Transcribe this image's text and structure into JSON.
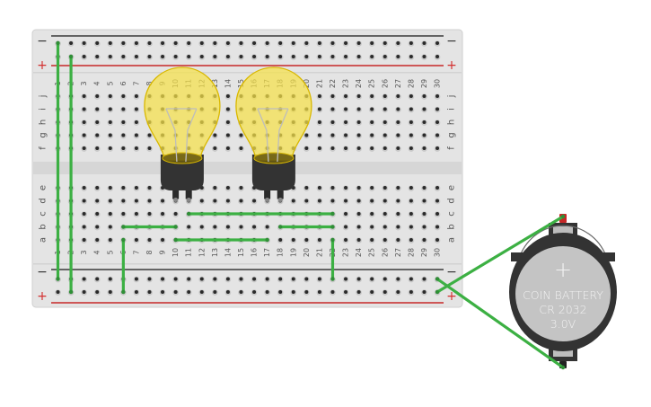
{
  "breadboard": {
    "columns": 30,
    "top_rows": [
      "j",
      "i",
      "h",
      "g",
      "f"
    ],
    "bottom_rows": [
      "e",
      "d",
      "c",
      "b",
      "a"
    ],
    "rail_minus_label": "−",
    "rail_plus_label": "+",
    "colors": {
      "board": "#e4e4e4",
      "board_edge": "#cfcfcf",
      "channel": "#d6d6d6",
      "hole": "#2a2a2a",
      "hole_ring": "#c8c8c8",
      "minus_line": "#3a3a3a",
      "plus_line": "#c62828",
      "plus_label": "#d32f2f",
      "label": "#555555"
    }
  },
  "wires": {
    "color": "#3cb043",
    "items": [
      {
        "id": "wire-col1-rails",
        "from": {
          "col": 1,
          "row": "top-minus"
        },
        "to": {
          "col": 1,
          "row": "bottom-minus"
        }
      },
      {
        "id": "wire-col2-rails",
        "from": {
          "col": 2,
          "row": "top-plus"
        },
        "to": {
          "col": 2,
          "row": "bottom-plus"
        }
      },
      {
        "id": "wire-row-c-11-22",
        "from": {
          "col": 11,
          "row": "c"
        },
        "to": {
          "col": 22,
          "row": "c"
        }
      },
      {
        "id": "wire-row-b-6-10",
        "from": {
          "col": 6,
          "row": "b"
        },
        "to": {
          "col": 10,
          "row": "b"
        }
      },
      {
        "id": "wire-row-a-10-17",
        "from": {
          "col": 10,
          "row": "a"
        },
        "to": {
          "col": 17,
          "row": "a"
        }
      },
      {
        "id": "wire-row-b-18-22",
        "from": {
          "col": 18,
          "row": "b"
        },
        "to": {
          "col": 22,
          "row": "b"
        }
      },
      {
        "id": "wire-col6-to-plus",
        "from": {
          "col": 6,
          "row": "a"
        },
        "to": {
          "col": 6,
          "row": "bottom-plus"
        }
      },
      {
        "id": "wire-col22-to-minus",
        "from": {
          "col": 22,
          "row": "a"
        },
        "to": {
          "col": 22,
          "row": "bottom-minus"
        }
      },
      {
        "id": "wire-minus-to-battery-neg",
        "from": {
          "col": 30,
          "row": "bottom-minus"
        },
        "to": {
          "terminal": "battery-negative"
        }
      },
      {
        "id": "wire-plus-to-battery-pos",
        "from": {
          "col": 30,
          "row": "bottom-plus"
        },
        "to": {
          "terminal": "battery-positive"
        }
      }
    ]
  },
  "bulbs": [
    {
      "id": "bulb-1",
      "pins": [
        {
          "col": 10,
          "row": "d"
        },
        {
          "col": 11,
          "row": "d"
        }
      ]
    },
    {
      "id": "bulb-2",
      "pins": [
        {
          "col": 17,
          "row": "d"
        },
        {
          "col": 18,
          "row": "d"
        }
      ]
    }
  ],
  "bulb_colors": {
    "glass": "#f5e04a",
    "glass_edge": "#d9b800",
    "base": "#333333",
    "filament": "#bdbdbd"
  },
  "battery": {
    "line1": "COIN BATTERY",
    "line2": "CR 2032",
    "line3": "3.0V",
    "plus_symbol": "+",
    "colors": {
      "body": "#333333",
      "face": "#c4c4c4",
      "positive_tip": "#c62828",
      "text": "#f2f2f2"
    }
  }
}
